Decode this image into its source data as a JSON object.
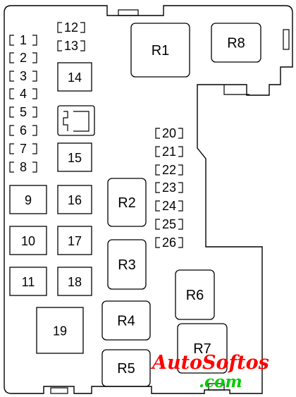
{
  "diagram": {
    "small_fuses": [
      "1",
      "2",
      "3",
      "4",
      "5",
      "6",
      "7",
      "8",
      "12",
      "13",
      "20",
      "21",
      "22",
      "23",
      "24",
      "25",
      "26"
    ],
    "large_fuses": [
      "9",
      "10",
      "11",
      "14",
      "15",
      "16",
      "17",
      "18",
      "19"
    ],
    "relays": [
      "R1",
      "R2",
      "R3",
      "R4",
      "R5",
      "R6",
      "R7",
      "R8"
    ]
  },
  "watermark": {
    "line1": "AutoSoftos",
    "line2": ".com",
    "line1_color": "#ff0000",
    "line2_color": "#00cc00"
  },
  "colors": {
    "stroke": "#000000",
    "background": "#ffffff"
  }
}
